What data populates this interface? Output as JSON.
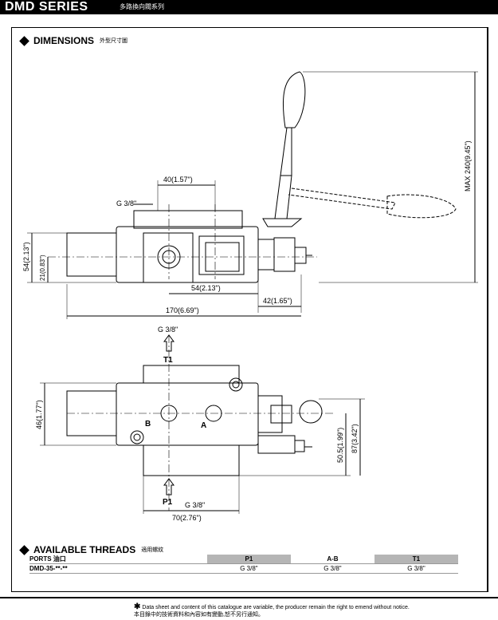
{
  "header": {
    "series": "DMD SERIES",
    "subtitle": "多路換向閥系列"
  },
  "dimensions": {
    "title": "DIMENSIONS",
    "title_cn": "外型尺寸圖"
  },
  "drawing1": {
    "dim_top": "40(1.57\")",
    "port_label": "G 3/8\"",
    "height_total": "54(2.13\")",
    "height_center": "21(0.83\")",
    "dim_mid": "54(2.13\")",
    "dim_right": "42(1.65\")",
    "dim_bottom": "170(6.69\")",
    "max_height": "MAX 240(9.45\")"
  },
  "drawing2": {
    "port_top": "G 3/8\"",
    "t1": "T1",
    "a": "A",
    "b": "B",
    "width_left": "46(1.77\")",
    "dim_right1": "50.5(1.99\")",
    "dim_right2": "87(3.42\")",
    "p1": "P1",
    "port_bottom": "G 3/8\"",
    "dim_bottom": "70(2.76\")"
  },
  "threads": {
    "title": "AVAILABLE THREADS",
    "title_cn": "適用螺紋",
    "headers": [
      "PORTS 油口",
      "P1",
      "A-B",
      "T1"
    ],
    "row": [
      "DMD-35-**-**",
      "G 3/8\"",
      "G 3/8\"",
      "G 3/8\""
    ]
  },
  "footer": {
    "star": "✱",
    "line1": "Data sheet and content of this catalogue are variable, the producer remain the right to emend without notice.",
    "line2": "本目錄中的技術資料和內容如有變動,恕不另行通知。"
  }
}
